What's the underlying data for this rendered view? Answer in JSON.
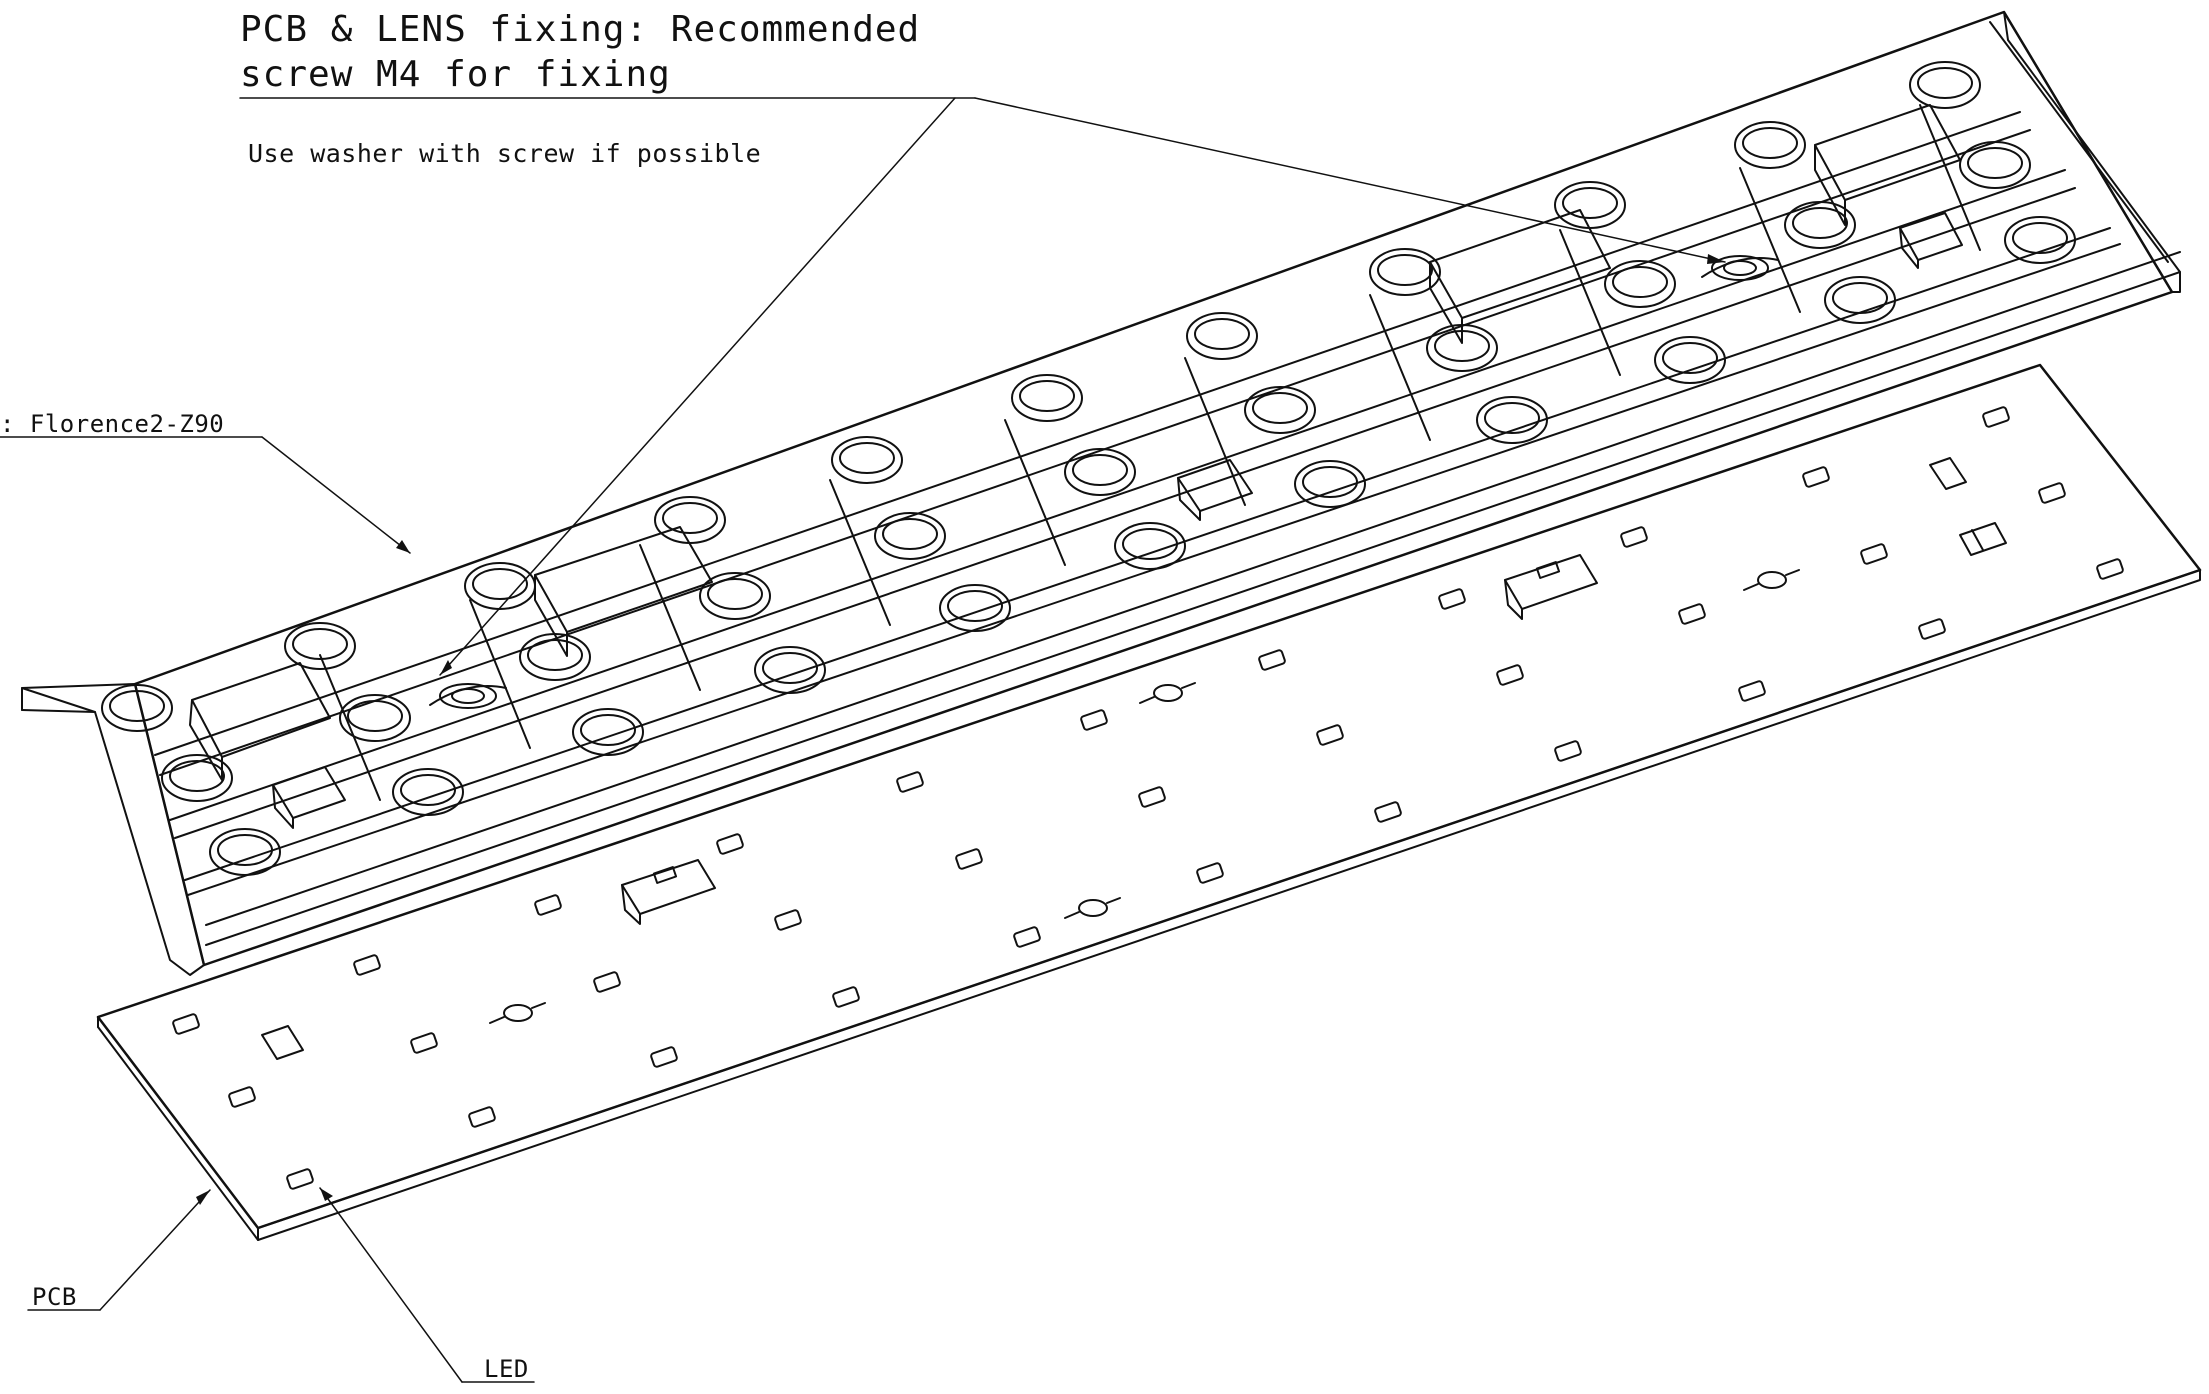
{
  "annotations": {
    "title_line1": "PCB & LENS fixing: Recommended",
    "title_line2": "screw M4 for fixing",
    "note": "Use washer with screw if possible",
    "lens_label": ": Florence2-Z90",
    "pcb_label": "PCB",
    "led_label": "LED"
  },
  "colors": {
    "line": "#111111",
    "background": "#ffffff"
  }
}
